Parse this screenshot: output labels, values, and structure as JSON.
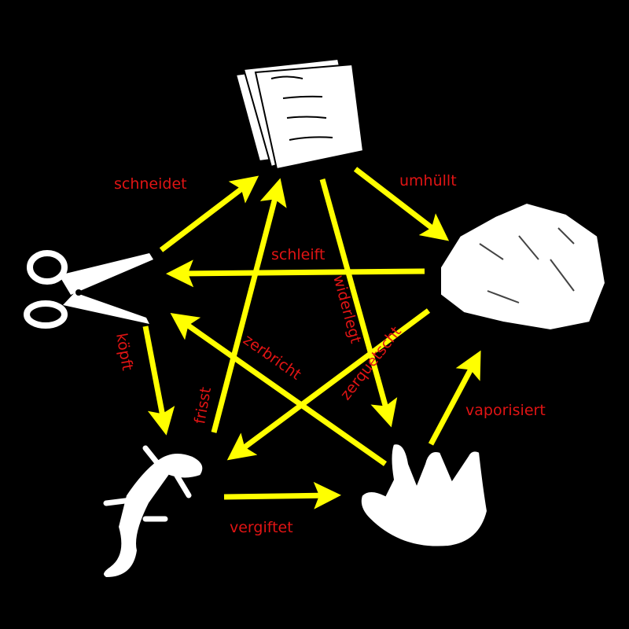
{
  "colors": {
    "background": "#000000",
    "arrow": "#ffff00",
    "label": "#e01414",
    "icon": "#ffffff"
  },
  "nodes": [
    {
      "id": "paper",
      "icon": "paper-icon"
    },
    {
      "id": "rock",
      "icon": "rock-icon"
    },
    {
      "id": "spock",
      "icon": "spock-hand-icon"
    },
    {
      "id": "lizard",
      "icon": "lizard-icon"
    },
    {
      "id": "scissors",
      "icon": "scissors-icon"
    }
  ],
  "edges": [
    {
      "from": "scissors",
      "to": "paper",
      "label": "schneidet"
    },
    {
      "from": "paper",
      "to": "rock",
      "label": "umhüllt"
    },
    {
      "from": "rock",
      "to": "scissors",
      "label": "schleift"
    },
    {
      "from": "paper",
      "to": "spock",
      "label": "widerlegt"
    },
    {
      "from": "rock",
      "to": "lizard",
      "label": "zerquetscht"
    },
    {
      "from": "spock",
      "to": "scissors",
      "label": "zerbricht"
    },
    {
      "from": "scissors",
      "to": "lizard",
      "label": "köpft"
    },
    {
      "from": "lizard",
      "to": "paper",
      "label": "frisst"
    },
    {
      "from": "spock",
      "to": "rock",
      "label": "vaporisiert"
    },
    {
      "from": "lizard",
      "to": "spock",
      "label": "vergiftet"
    }
  ]
}
